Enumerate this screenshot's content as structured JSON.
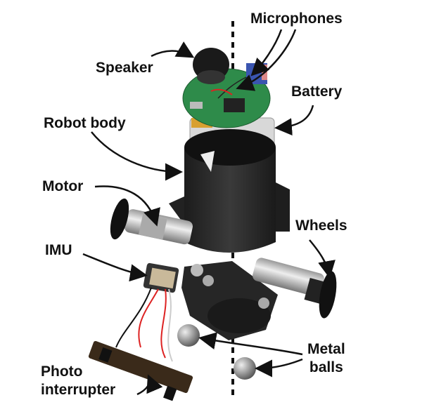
{
  "labels": {
    "microphones": "Microphones",
    "speaker": "Speaker",
    "battery": "Battery",
    "robot_body": "Robot body",
    "motor": "Motor",
    "wheels": "Wheels",
    "imu": "IMU",
    "metal_balls_1": "Metal",
    "metal_balls_2": "balls",
    "photo_interrupter_1": "Photo",
    "photo_interrupter_2": "interrupter"
  },
  "colors": {
    "pcb": "#2e8b4a",
    "body": "#2a2a2a",
    "battery": "#d8d8d8",
    "wire_red": "#d22",
    "metal": "#9a9a9a"
  }
}
